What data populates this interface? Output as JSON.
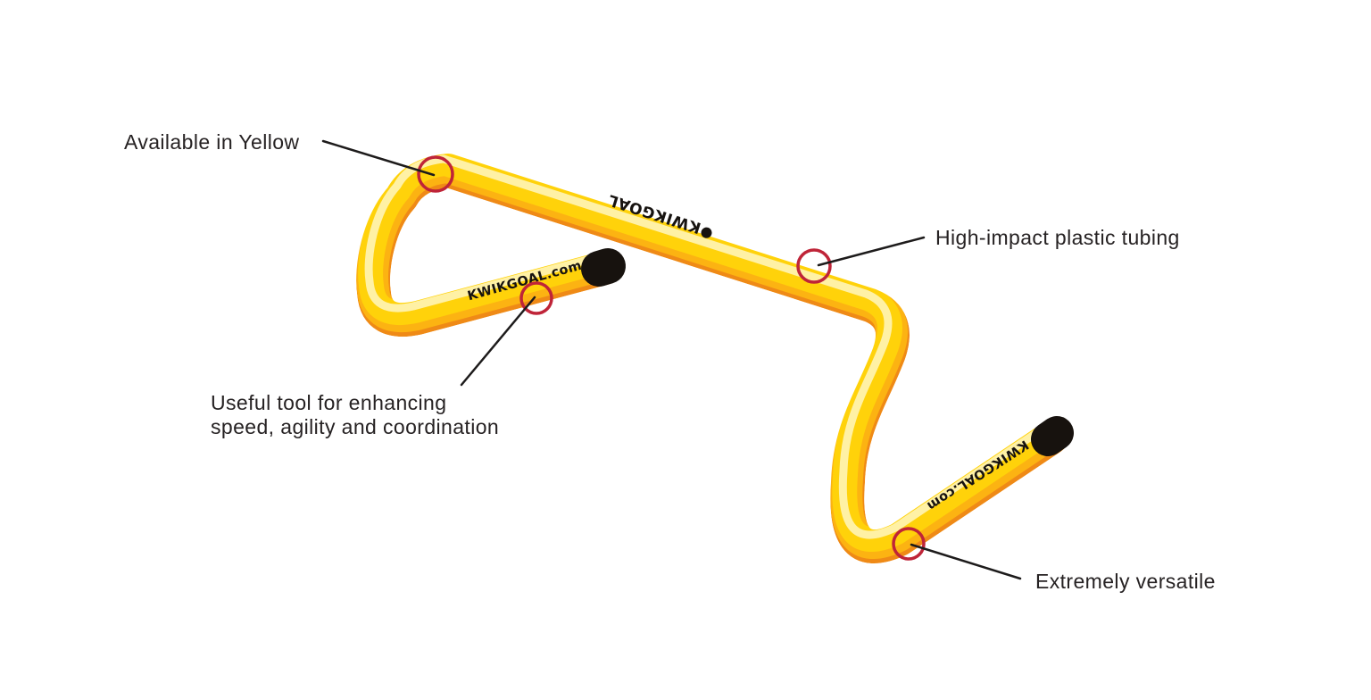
{
  "page": {
    "background_color": "#ffffff"
  },
  "product": {
    "brand_markings": {
      "crossbar_text": "KWIKGOAL",
      "left_leg_text": "KWIKGOAL.com",
      "right_leg_text": "KWIKGOAL.com"
    },
    "colors": {
      "tube_base": "#ef8a16",
      "tube_mid": "#fcb312",
      "tube_main": "#ffd20a",
      "tube_highlight": "#fff2ae",
      "end_cap": "#17120e"
    }
  },
  "callouts": {
    "marker_color": "#bf2438",
    "line_color": "#1d1b1b",
    "text_color": "#262223",
    "items": [
      {
        "label": "Available in Yellow"
      },
      {
        "label": "High-impact plastic tubing"
      },
      {
        "label_line1": "Useful tool for enhancing",
        "label_line2": "speed, agility and coordination"
      },
      {
        "label": "Extremely versatile"
      }
    ]
  }
}
